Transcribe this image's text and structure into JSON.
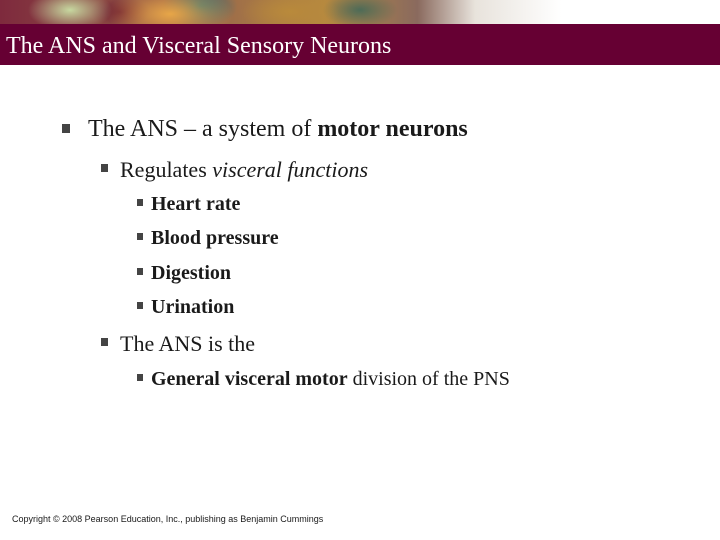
{
  "slide": {
    "title": "The ANS and Visceral Sensory Neurons",
    "bullet1": {
      "text_plain": "The ANS – a system of ",
      "text_bold": "motor neurons"
    },
    "sub1": {
      "text_plain": "Regulates ",
      "text_italic": "visceral functions"
    },
    "sub1_items": [
      "Heart rate",
      "Blood pressure",
      "Digestion",
      "Urination"
    ],
    "sub2": {
      "text": "The ANS is the"
    },
    "sub2_item": {
      "text_bold": "General visceral motor",
      "text_plain": " division of the PNS"
    },
    "copyright": "Copyright © 2008 Pearson Education, Inc., publishing as Benjamin Cummings"
  },
  "colors": {
    "title_bar": "#660033",
    "title_text": "#ffffff",
    "bullet_marker": "#444444"
  }
}
